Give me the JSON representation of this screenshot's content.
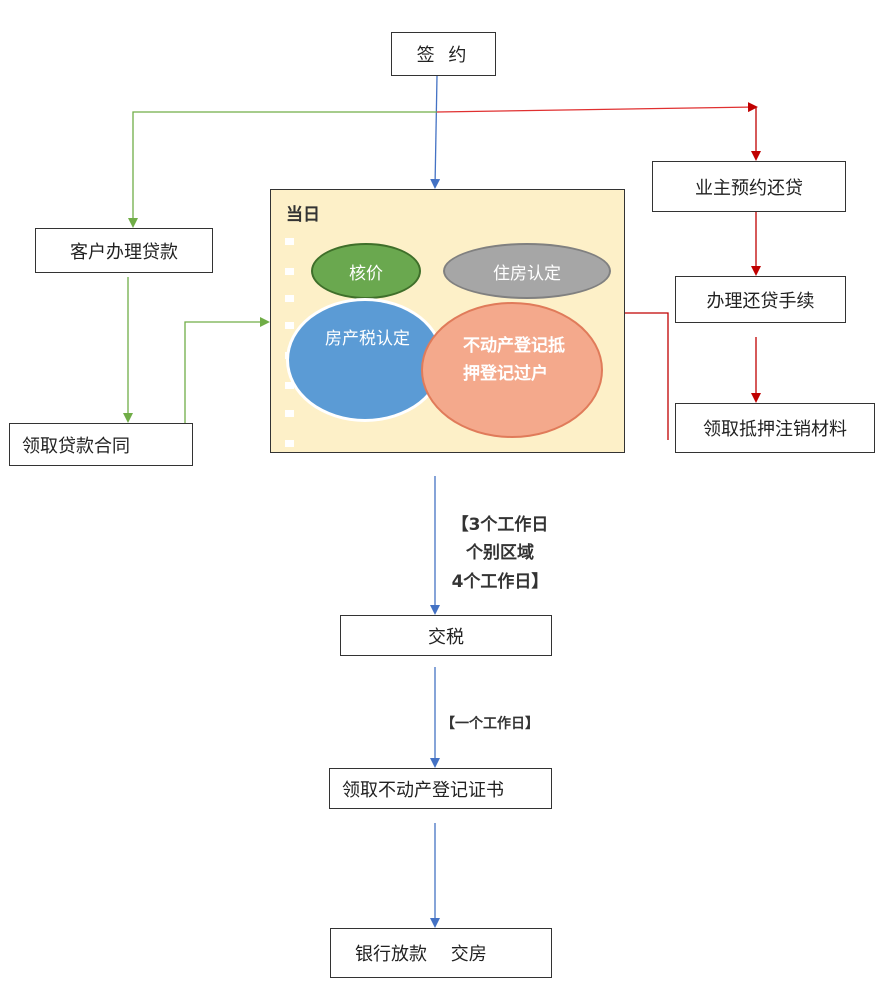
{
  "nodes": {
    "sign": "签 约",
    "owner_repay": "业主预约还贷",
    "repay_procedure": "办理还贷手续",
    "mortgage_material": "领取抵押注销材料",
    "customer_loan": "客户办理贷款",
    "loan_contract": "领取贷款合同",
    "pay_tax": "交税",
    "certificate": "领取不动产登记证书",
    "bank_release": "银行放款　 交房"
  },
  "panel": {
    "title": "当日",
    "price_check": "核价",
    "housing_verify": "住房认定",
    "property_tax": "房产税认定",
    "registration": "不动产登记抵押登记过户"
  },
  "labels": {
    "days_a": "【3个工作日",
    "days_b": "个别区域",
    "days_c": "4个工作日】",
    "one_day": "【一个工作日】"
  },
  "colors": {
    "blue_arrow": "#4472c4",
    "green_arrow": "#70ad47",
    "red_arrow": "#c00000"
  }
}
